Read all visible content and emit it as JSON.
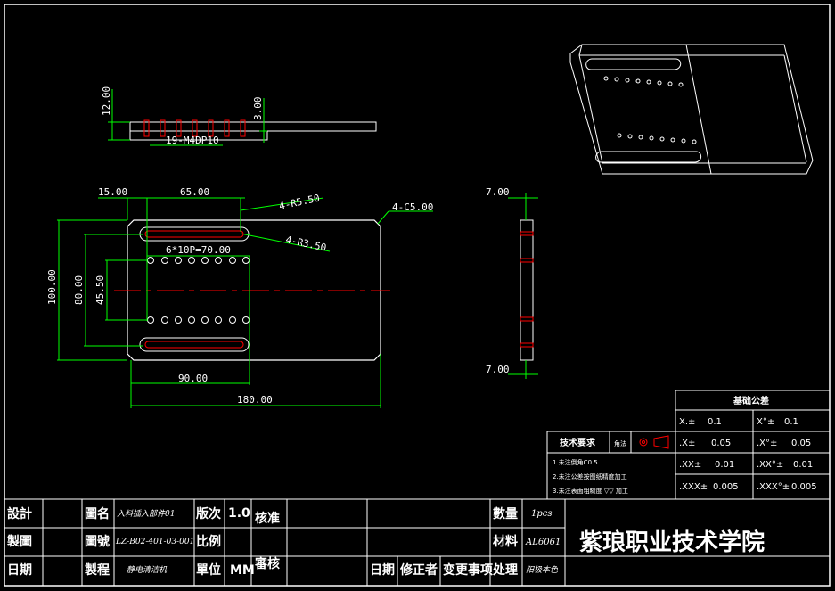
{
  "colors": {
    "background": "#000000",
    "outline": "#ffffff",
    "dimension": "#00ff00",
    "center_line": "#ff0000",
    "slot": "#ff0000",
    "hole": "#00ffff",
    "frame": "#ffffff",
    "highlight": "#ff00ff"
  },
  "top_view": {
    "height_dim": "12.00",
    "depth_dim": "3.00",
    "thread_note": "19-M4DP10"
  },
  "plan_view": {
    "edge_dim": "15.00",
    "slot_dim": "65.00",
    "radius_outer": "4-R5.50",
    "radius_inner": "4-R3.50",
    "chamfer": "4-C5.00",
    "pitch_note": "6*10P=70.00",
    "height_total": "100.00",
    "height_holes": "80.00",
    "height_offset": "45.50",
    "width_mid": "90.00",
    "width_total": "180.00"
  },
  "side_view": {
    "top_dim": "7.00",
    "bottom_dim": "7.00"
  },
  "tolerance": {
    "title": "基础公差",
    "rows": [
      [
        "X.±",
        "0.1",
        "X°±",
        "0.1"
      ],
      [
        ".X±",
        "0.05",
        ".X°±",
        "0.05"
      ],
      [
        ".XX±",
        "0.01",
        ".XX°±",
        "0.01"
      ],
      [
        ".XXX±",
        "0.005",
        ".XXX°±",
        "0.005"
      ]
    ]
  },
  "tech_req": {
    "title": "技术要求",
    "projection_label": "角法",
    "items": [
      "1.未注倒角C0.5",
      "2.未注公差按图纸精度加工",
      "3.未注表面粗糙度 ▽▽ 加工"
    ]
  },
  "title_block": {
    "design_label": "設計",
    "drawing_label": "製圖",
    "date_label": "日期",
    "name_label": "圖名",
    "name_value": "入料插入部件01",
    "number_label": "圖號",
    "number_value": "LZ-B02-401-03-001",
    "process_label": "製程",
    "process_value": "静电清洁机",
    "version_label": "版次",
    "version_value": "1.0",
    "scale_label": "比例",
    "unit_label": "單位",
    "unit_value": "MM",
    "check_label": "核准",
    "review_label": "審核",
    "date2_label": "日期",
    "corrector_label": "修正者",
    "change_label": "变更事项",
    "qty_label": "數量",
    "qty_value": "1pcs",
    "material_label": "材料",
    "material_value": "AL6061",
    "treatment_label": "处理",
    "treatment_value": "阳极本色",
    "school": "紫琅职业技术学院"
  }
}
